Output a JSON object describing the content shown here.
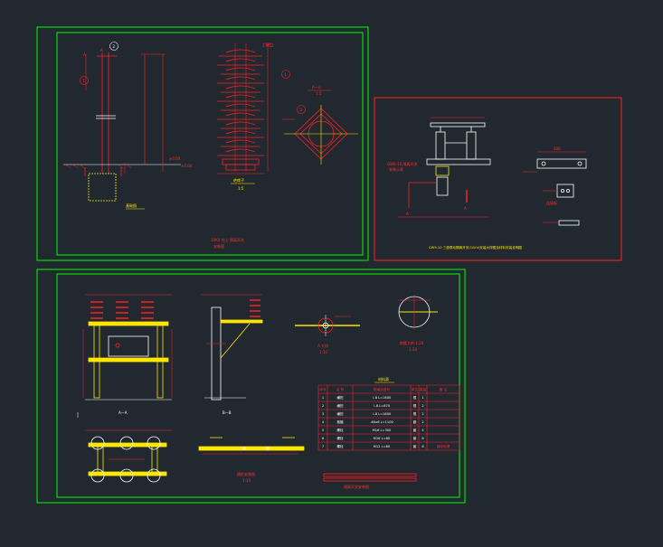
{
  "sheet1": {
    "callouts": [
      "1",
      "2",
      "3"
    ],
    "section_mark": "A",
    "dim_top": "1-M12",
    "ground_label": "±0.00",
    "foundation_label": "基础图",
    "insulator_label": "绝缘子",
    "insulator_scale": "1:5",
    "section_aa": "A—A",
    "section_aa_scale": "1:5",
    "title_line1": "10KV 柱上 隔离开关",
    "title_line2": "安装图"
  },
  "sheet2": {
    "label_a": "A",
    "label_b": "A",
    "plate_label": "连接板",
    "dim_1": "200",
    "note_1": "GW9-10 隔离开关",
    "note_2": "安装示意",
    "caption": "GW9-10 三极联动隔离开关(10kV)安装大样图及材料安装说明图"
  },
  "sheet3": {
    "view_aa": "A—A",
    "view_bb": "B—B",
    "detail_a": "A 大样",
    "detail_a_scale": "1:10",
    "detail_b": "抱箍大样 1:20",
    "detail_b_scale": "1:10",
    "plan_label": "横担安装图",
    "plan_scale": "1:10",
    "table_title": "材料表",
    "table_headers": [
      "序号",
      "名 称",
      "规格及型号",
      "单位",
      "数量",
      "备 注"
    ],
    "table_rows": [
      [
        "1",
        "横担",
        "∟8 L=1600",
        "根",
        "1",
        ""
      ],
      [
        "2",
        "横担",
        "∟8 L=870",
        "根",
        "2",
        ""
      ],
      [
        "3",
        "横担",
        "∟8 L=1600",
        "根",
        "2",
        ""
      ],
      [
        "4",
        "抱箍",
        "-60x6 L=1100",
        "副",
        "2",
        ""
      ],
      [
        "5",
        "螺栓",
        "M16 L=300",
        "套",
        "4",
        ""
      ],
      [
        "6",
        "螺栓",
        "M16 L=60",
        "套",
        "8",
        ""
      ],
      [
        "7",
        "螺栓",
        "M12 L=60",
        "套",
        "6",
        "镀锌处理"
      ]
    ],
    "footer": "隔离开关安装图"
  },
  "colors": {
    "background": "#212830",
    "frame_outer": "#00ff00",
    "frame_red": "#ff2020",
    "drawing_red": "#ff2020",
    "drawing_yellow": "#ffe600",
    "drawing_white": "#ffffff",
    "drawing_cyan": "#00ffff"
  }
}
